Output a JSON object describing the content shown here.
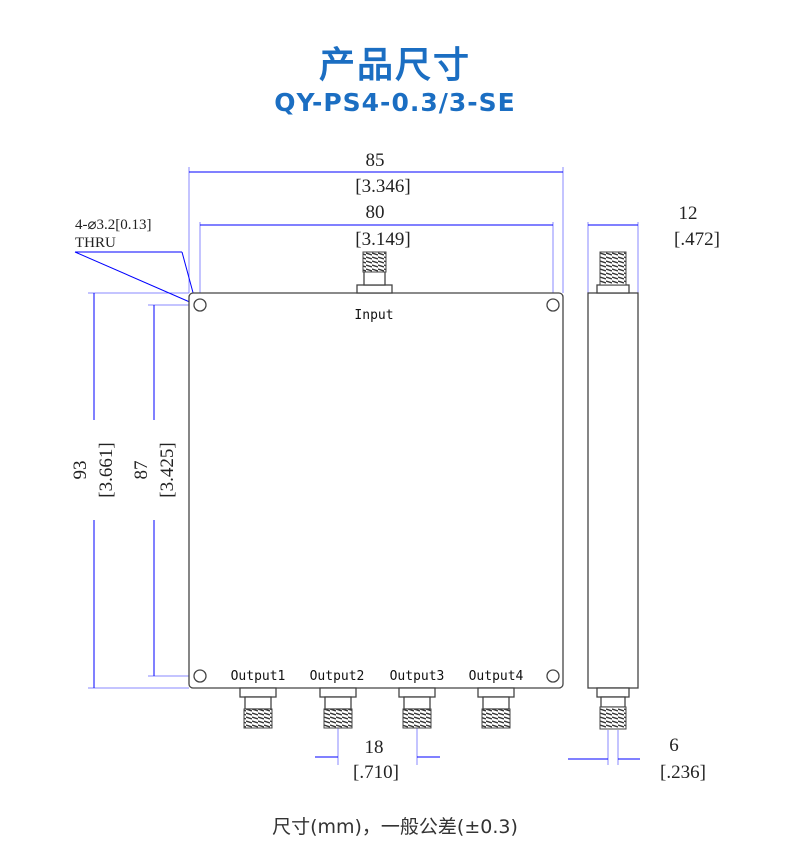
{
  "header": {
    "title": "产品尺寸",
    "model": "QY-PS4-0.3/3-SE"
  },
  "drawing": {
    "width_overall": "85",
    "width_overall_in": "[3.346]",
    "hole_spacing_x": "80",
    "hole_spacing_x_in": "[3.149]",
    "hole_note_line1": "4-⌀3.2[0.13]",
    "hole_note_line2": "THRU",
    "height_overall": "93",
    "height_overall_in": "[3.661]",
    "hole_spacing_y": "87",
    "hole_spacing_y_in": "[3.425]",
    "thickness": "12",
    "thickness_in": "[.472]",
    "port_pitch": "18",
    "port_pitch_in": "[.710]",
    "connector_offset": "6",
    "connector_offset_in": "[.236]",
    "ports": {
      "input": "Input",
      "outputs": [
        "Output1",
        "Output2",
        "Output3",
        "Output4"
      ]
    },
    "line_color": "#0000ff"
  },
  "footer": {
    "note": "尺寸(mm)，一般公差(±0.3)"
  }
}
